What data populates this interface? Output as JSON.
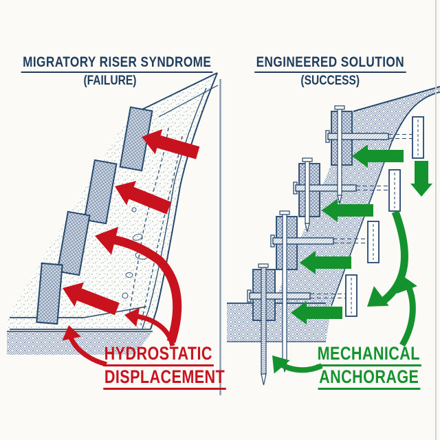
{
  "left_panel": {
    "title": "MIGRATORY RISER SYNDROME",
    "subtitle": "(FAILURE)",
    "annotation_line1": "HYDROSTATIC",
    "annotation_line2": "DISPLACEMENT",
    "accent_color": "#c8131f"
  },
  "right_panel": {
    "title": "ENGINEERED SOLUTION",
    "subtitle": "(SUCCESS)",
    "annotation_line1": "MECHANICAL",
    "annotation_line2": "ANCHORAGE",
    "accent_color": "#14922e"
  },
  "colors": {
    "background": "#fbfaf6",
    "line_navy": "#24476b",
    "title_navy": "#1f3c5d",
    "divider": "#8a9cb0",
    "block_fill": "#d6dee9",
    "failure_red": "#c8131f",
    "success_green": "#14922e"
  }
}
